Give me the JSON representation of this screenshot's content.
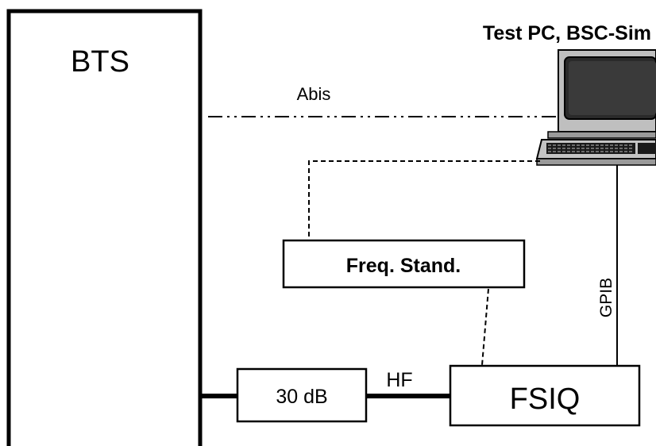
{
  "diagram": {
    "bts_label": "BTS",
    "pc_label": "Test PC, BSC-Sim",
    "abis_label": "Abis",
    "freq_standard_label": "Freq. Stand.",
    "gpib_label": "GPIB",
    "attenuator_label": "30 dB",
    "hf_label": "HF",
    "fsiq_label": "FSIQ"
  }
}
